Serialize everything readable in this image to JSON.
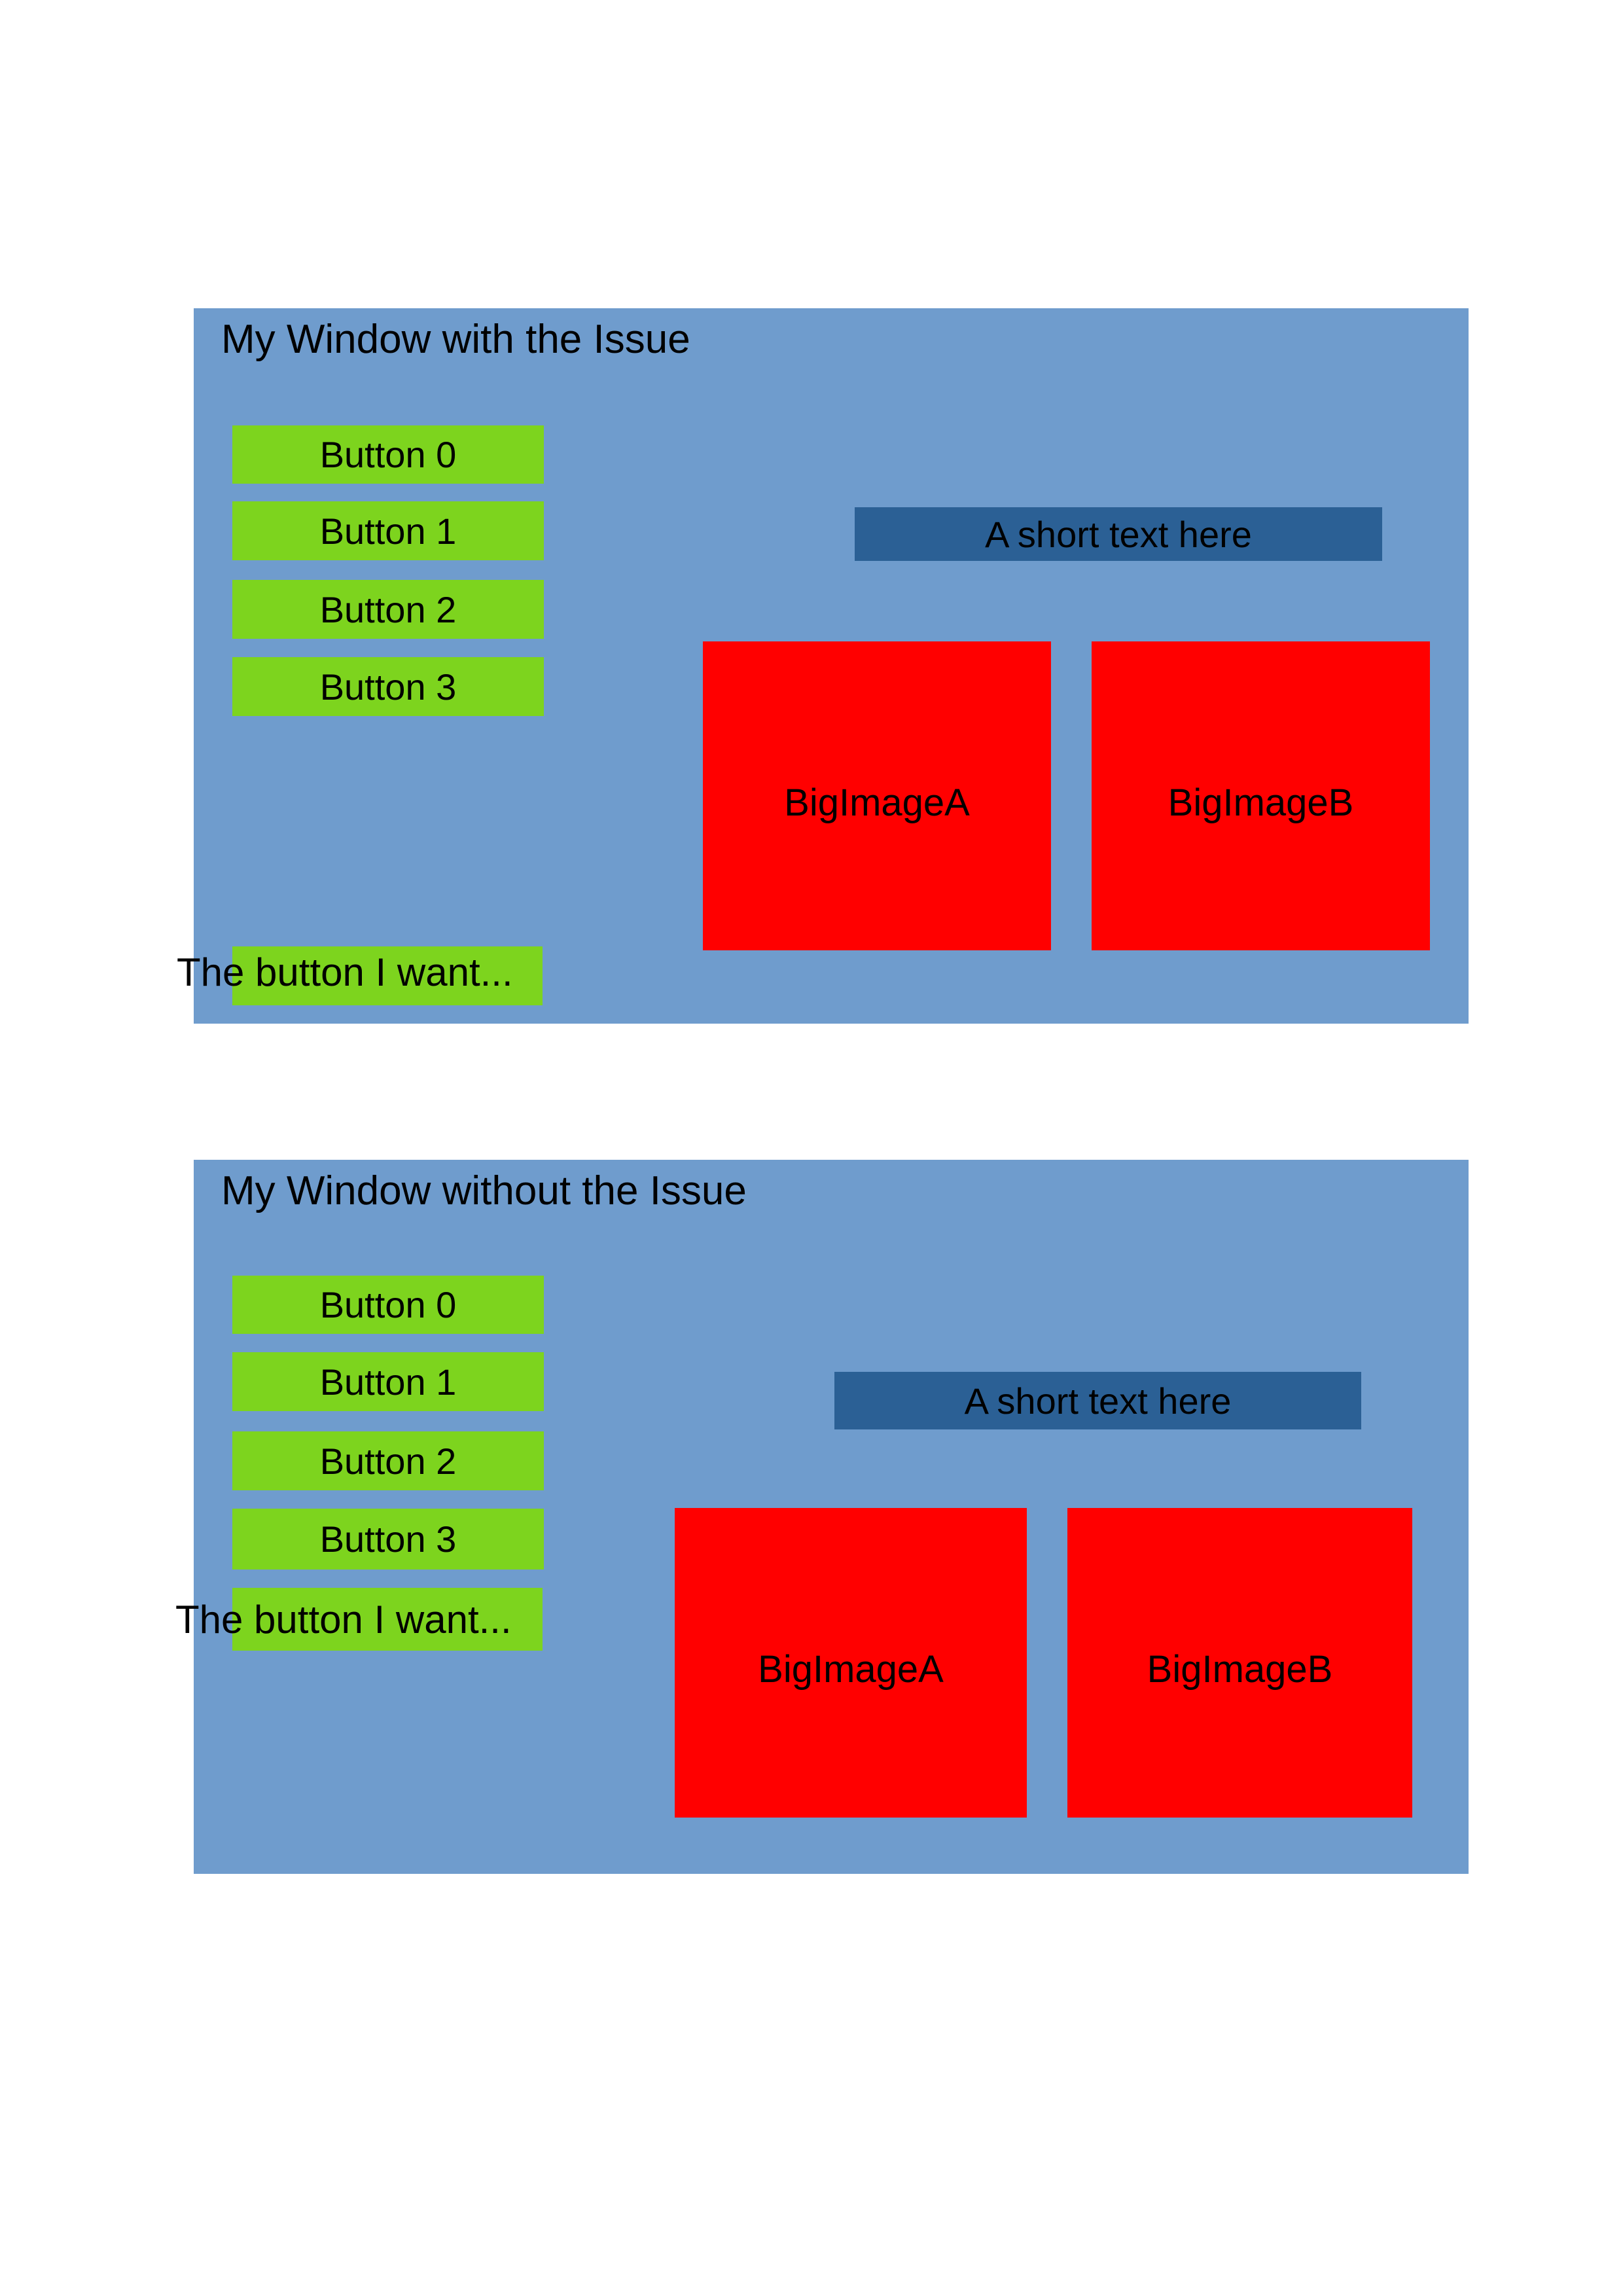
{
  "colors": {
    "page_background": "#ffffff",
    "window_background": "#6f9ccd",
    "button_green": "#7dd41e",
    "text_bar_blue": "#2b6095",
    "image_red": "#ff0000",
    "text": "#000000"
  },
  "windows": [
    {
      "title": "My Window with the Issue",
      "buttons": [
        "Button 0",
        "Button 1",
        "Button 2",
        "Button 3"
      ],
      "short_text": "A short text here",
      "images": [
        "BigImageA",
        "BigImageB"
      ],
      "overlay_text": "The button I want..."
    },
    {
      "title": "My Window without the Issue",
      "buttons": [
        "Button 0",
        "Button 1",
        "Button 2",
        "Button 3"
      ],
      "short_text": "A short text here",
      "images": [
        "BigImageA",
        "BigImageB"
      ],
      "overlay_text": "The button I want..."
    }
  ]
}
